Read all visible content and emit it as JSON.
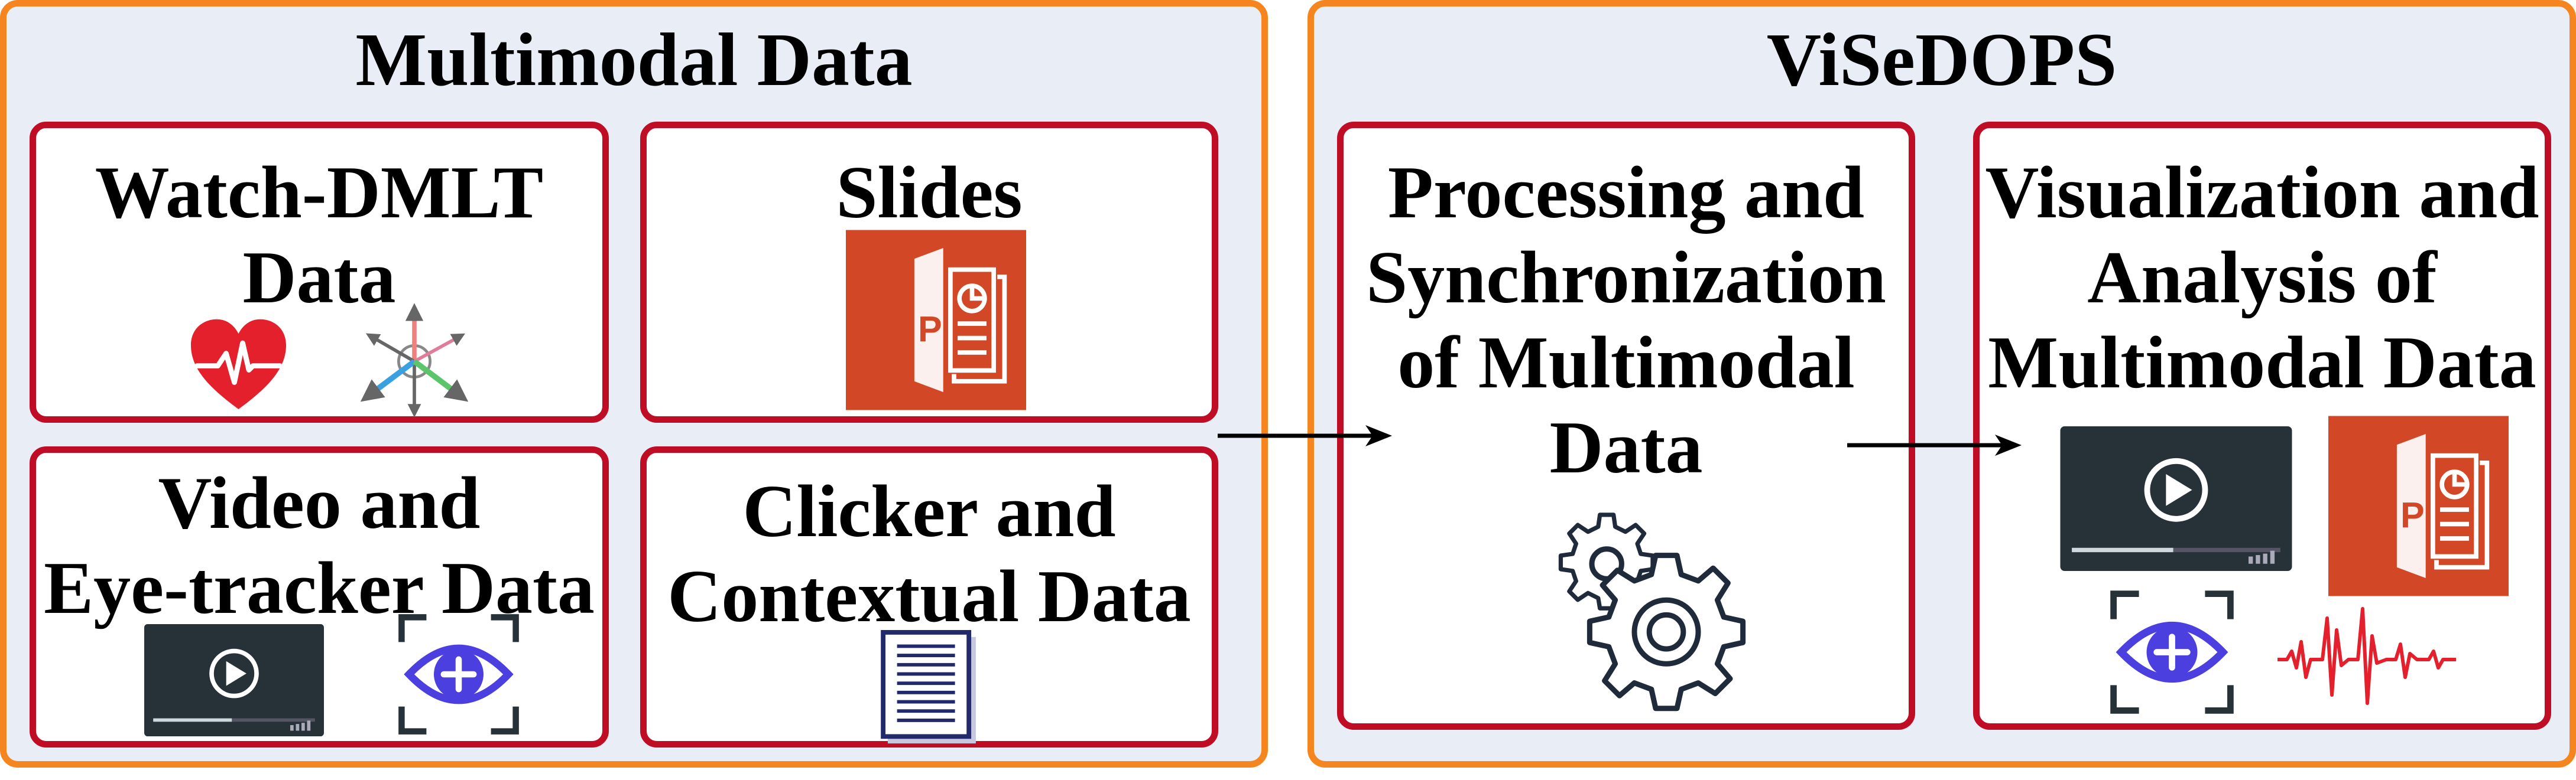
{
  "left_panel": {
    "title": "Multimodal Data"
  },
  "right_panel": {
    "title": "ViSeDOPS"
  },
  "cards": {
    "watch": {
      "lines": [
        "Watch-DMLT",
        "Data"
      ]
    },
    "slides": {
      "lines": [
        "Slides"
      ]
    },
    "video": {
      "lines": [
        "Video and",
        "Eye-tracker Data"
      ]
    },
    "clicker": {
      "lines": [
        "Clicker and",
        "Contextual Data"
      ]
    },
    "processing": {
      "lines": [
        "Processing and",
        "Synchronization",
        "of Multimodal",
        "Data"
      ]
    },
    "visualization": {
      "lines": [
        "Visualization and",
        "Analysis of",
        "Multimodal Data"
      ]
    }
  },
  "icons": {
    "heart": "heart-pulse-icon",
    "motion": "motion-axes-icon",
    "powerpoint": "powerpoint-icon",
    "video": "video-player-icon",
    "eye": "eye-tracker-icon",
    "document": "document-icon",
    "gears": "gears-icon",
    "pulse": "pulse-line-icon"
  },
  "colors": {
    "panel_border": "#f5861f",
    "panel_fill": "#e9edf6",
    "card_border": "#c00d26",
    "ppt_orange": "#d24726",
    "video_dark": "#263238",
    "eye_blue": "#4b3fe0",
    "heart_red": "#e3202b"
  }
}
